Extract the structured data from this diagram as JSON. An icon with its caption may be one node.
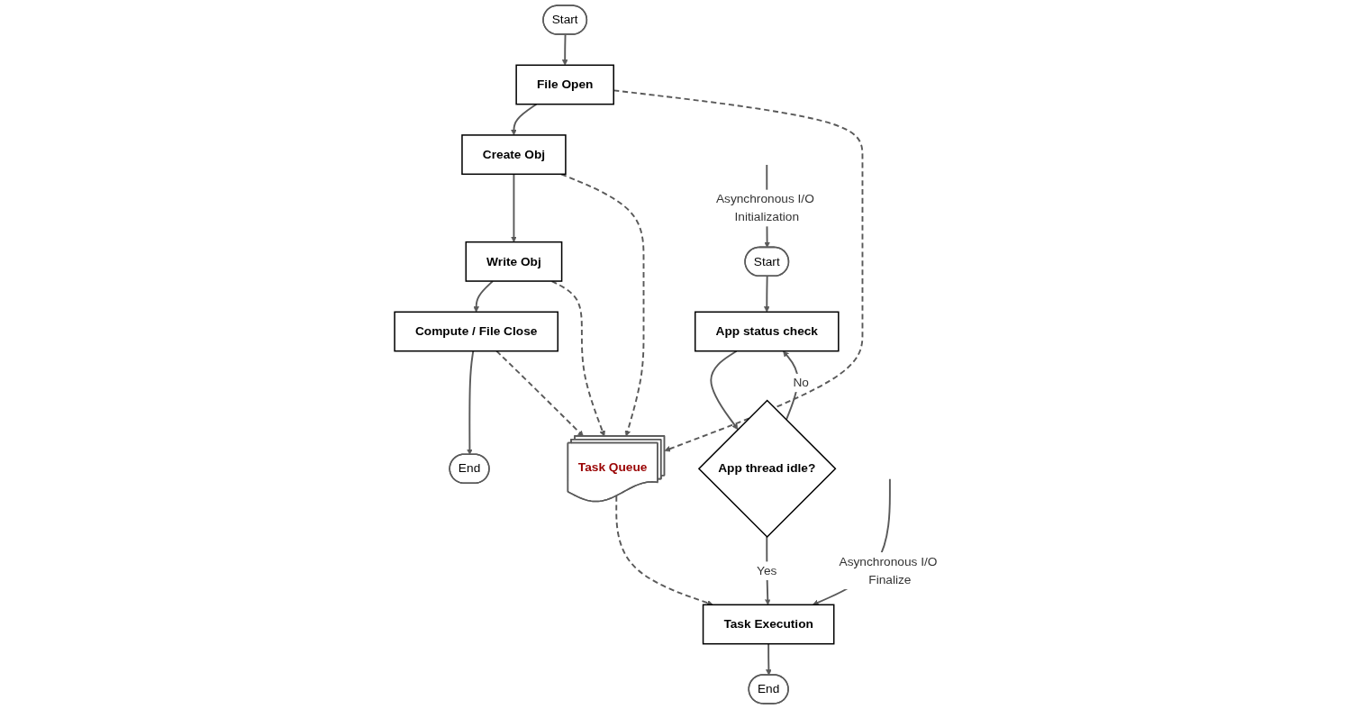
{
  "diagram": {
    "nodes": [
      {
        "text": [
          "Start"
        ]
      },
      {
        "text": [
          "File Open"
        ]
      },
      {
        "text": [
          "Create Obj"
        ]
      },
      {
        "text": [
          "Write Obj"
        ]
      },
      {
        "text": [
          "Compute / File Close"
        ]
      },
      {
        "text": [
          "End"
        ]
      },
      {
        "text": [
          "Task Queue"
        ]
      },
      {
        "text": [
          "Start"
        ]
      },
      {
        "text": [
          "App status check"
        ]
      },
      {
        "text": [
          "App thread idle?"
        ]
      },
      {
        "text": [
          "Task Execution"
        ]
      },
      {
        "text": [
          "End"
        ]
      }
    ],
    "edges": [
      {
        "from": 0,
        "to": 1,
        "arrow": "to"
      },
      {
        "from": 1,
        "to": 2,
        "arrow": "to"
      },
      {
        "from": 2,
        "to": 3,
        "arrow": "to"
      },
      {
        "from": 3,
        "to": 4,
        "arrow": "to"
      },
      {
        "from": 4,
        "to": 5,
        "arrow": "to"
      },
      {
        "from": null,
        "to": 7,
        "arrow": "to",
        "label": "Asynchronous I/O Initialization"
      },
      {
        "from": 1,
        "to": 6,
        "arrow": "to",
        "style": "dashed"
      },
      {
        "from": 2,
        "to": 6,
        "arrow": "to",
        "style": "dashed"
      },
      {
        "from": 3,
        "to": 6,
        "arrow": "to",
        "style": "dashed"
      },
      {
        "from": 4,
        "to": 6,
        "arrow": "to",
        "style": "dashed"
      },
      {
        "from": 6,
        "to": 10,
        "arrow": "to",
        "style": "dashed"
      },
      {
        "from": 7,
        "to": 8,
        "arrow": "to"
      },
      {
        "from": 8,
        "to": 9,
        "arrow": "to"
      },
      {
        "from": 9,
        "to": 8,
        "arrow": "to",
        "label": "No"
      },
      {
        "from": 9,
        "to": 10,
        "arrow": "to",
        "label": "Yes"
      },
      {
        "from": null,
        "to": 10,
        "arrow": "to",
        "label": "Asynchronous I/O Finalize"
      },
      {
        "from": 10,
        "to": 11,
        "arrow": "to"
      }
    ]
  }
}
